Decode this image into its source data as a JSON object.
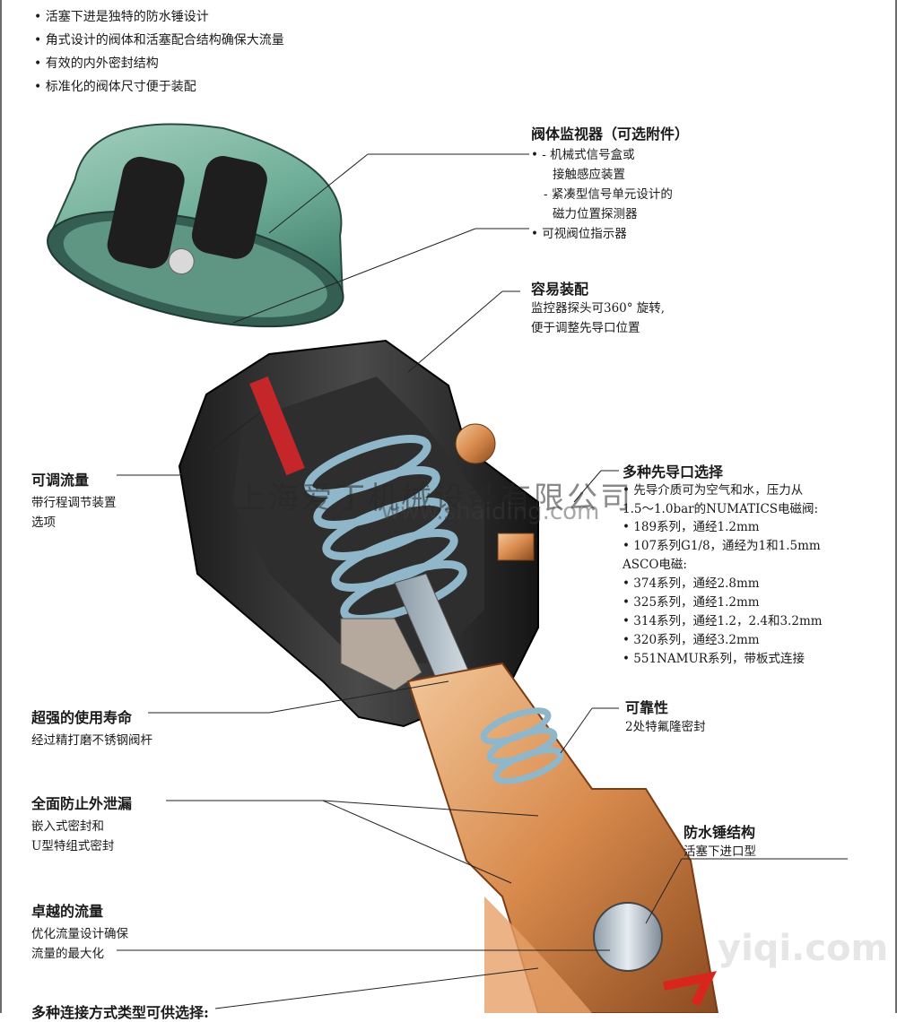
{
  "features": [
    "活塞下进是独特的防水锤设计",
    "角式设计的阀体和活塞配合结构确保大流量",
    "有效的内外密封结构",
    "标准化的阀体尺寸便于装配"
  ],
  "monitor": {
    "title": "阀体监视器（可选附件）",
    "line1": "• - 机械式信号盒或",
    "line2": "接触感应装置",
    "line3": "- 紧凑型信号单元设计的",
    "line4": "磁力位置探测器",
    "line5": "• 可视阀位指示器"
  },
  "easy": {
    "title": "容易装配",
    "line1": "监控器探头可360° 旋转,",
    "line2": "便于调整先导口位置"
  },
  "adjust": {
    "title": "可调流量",
    "line1": "带行程调节装置",
    "line2": "选项"
  },
  "pilot": {
    "title": "多种先导口选择",
    "line1": "先导介质可为空气和水，压力从",
    "line2": "1.5～1.0bar的NUMATICS电磁阀:",
    "items1": [
      "189系列，通经1.2mm",
      "107系列G1/8，通经为1和1.5mm"
    ],
    "asco": "ASCO电磁:",
    "items2": [
      "374系列，通经2.8mm",
      "325系列，通经1.2mm",
      "314系列，通经1.2，2.4和3.2mm",
      "320系列，通经3.2mm",
      "551NAMUR系列，带板式连接"
    ]
  },
  "life": {
    "title": "超强的使用寿命",
    "line1": "经过精打磨不锈钢阀杆"
  },
  "reliable": {
    "title": "可靠性",
    "line1": "2处特氟隆密封"
  },
  "leak": {
    "title": "全面防止外泄漏",
    "line1": "嵌入式密封和",
    "line2": "U型特组式密封"
  },
  "hammer": {
    "title": "防水锤结构",
    "line1": "活塞下进口型"
  },
  "flow": {
    "title": "卓越的流量",
    "line1": "优化流量设计确保",
    "line2": "流量的最大化"
  },
  "connect": {
    "title": "多种连接方式类型可供选择:"
  },
  "watermark": "上海爱丁机械设备有限公司",
  "watermark2": "www.shaiding.com",
  "logo": "yiqi.com"
}
